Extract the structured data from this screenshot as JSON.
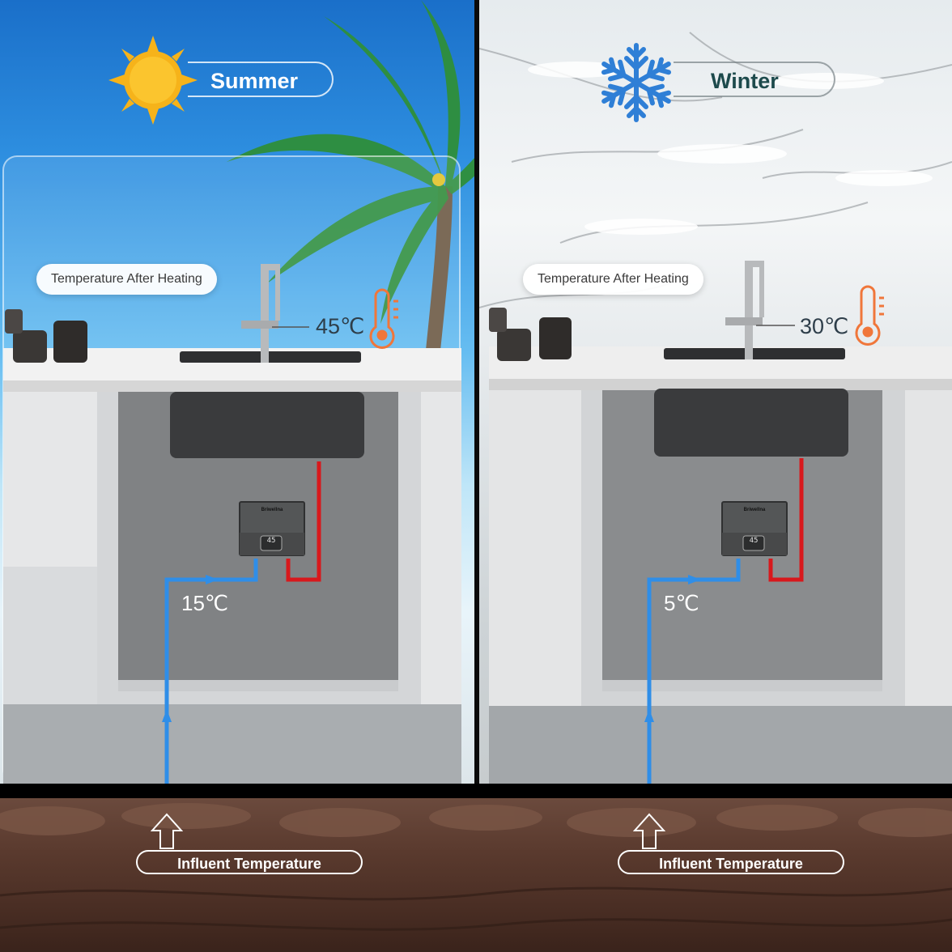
{
  "summer": {
    "season": "Summer",
    "after_heating_label": "Temperature After Heating",
    "outlet_temp": "45℃",
    "inlet_temp": "15℃",
    "heater_display": "45",
    "heater_brand": "Briwellna"
  },
  "winter": {
    "season": "Winter",
    "after_heating_label": "Temperature After Heating",
    "outlet_temp": "30℃",
    "inlet_temp": "5℃",
    "heater_display": "45",
    "heater_brand": "Briwellna"
  },
  "influent_label": "Influent Temperature",
  "colors": {
    "cold_pipe": "#2f8ee8",
    "hot_pipe": "#d8181c",
    "sun": "#f6b31a",
    "snowflake": "#2f7fd6",
    "thermometer": "#f0763a"
  }
}
